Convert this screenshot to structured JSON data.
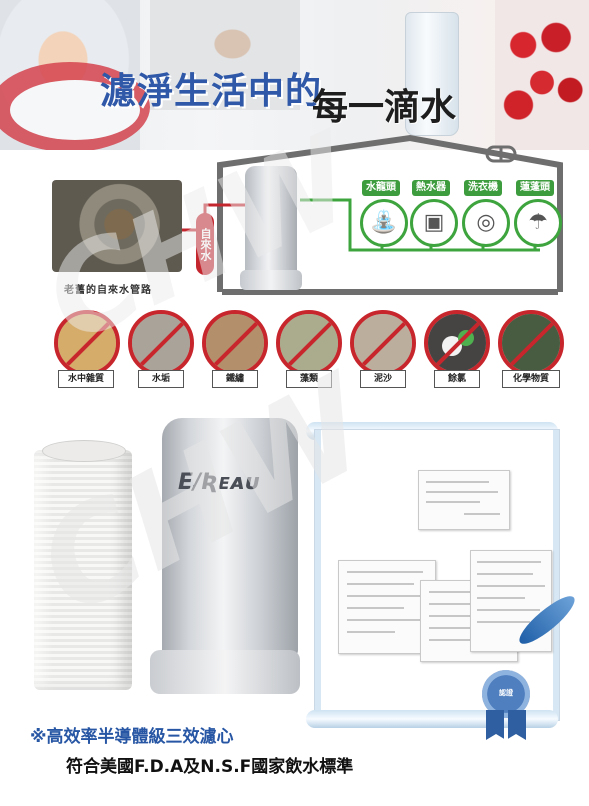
{
  "header": {
    "title_part1": "濾淨生活中的",
    "title_part2": "每一滴水"
  },
  "pipe_section": {
    "caption": "老舊的自來水管路",
    "tap_badge": "自來水"
  },
  "appliances": [
    {
      "label": "水龍頭",
      "icon": "faucet-icon"
    },
    {
      "label": "熱水器",
      "icon": "water-heater-icon"
    },
    {
      "label": "洗衣機",
      "icon": "washing-machine-icon"
    },
    {
      "label": "蓮蓬頭",
      "icon": "shower-head-icon"
    }
  ],
  "contaminants": [
    {
      "label": "水中雜質",
      "color": "#d9a24a"
    },
    {
      "label": "水垢",
      "color": "#9a958c"
    },
    {
      "label": "鐵繡",
      "color": "#a77a4a"
    },
    {
      "label": "藻類",
      "color": "#9aa27a"
    },
    {
      "label": "泥沙",
      "color": "#b3a591"
    },
    {
      "label": "餘氯",
      "color": "#2e2e2e"
    },
    {
      "label": "化學物質",
      "color": "#2f4a2a"
    }
  ],
  "product": {
    "brand": "E/Ʀᴇᴀᴜ"
  },
  "certificate": {
    "medal_label": "認證"
  },
  "captions": {
    "line1": "※高效率半導體級三效濾心",
    "line2": "符合美國F.D.A及N.S.F國家飲水標準"
  },
  "watermark": "CHW",
  "colors": {
    "title_blue": "#2f58a8",
    "pipe_green": "#3ea43e",
    "pipe_red": "#c4262e",
    "caption_blue": "#2756a4"
  }
}
